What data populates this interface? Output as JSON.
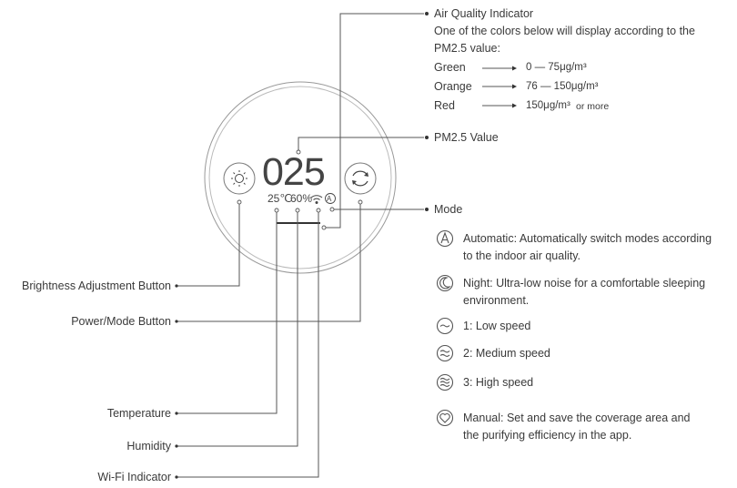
{
  "display": {
    "pm_value": "025",
    "temperature": "25℃",
    "humidity": "60%",
    "mode_glyph": "A"
  },
  "air_quality": {
    "title": "Air Quality Indicator",
    "desc_line1": "One of the colors below will display according to the",
    "desc_line2": "PM2.5 value:",
    "levels": [
      {
        "color": "Green",
        "range": "0 — 75μg/m³"
      },
      {
        "color": "Orange",
        "range": "76 — 150μg/m³"
      },
      {
        "color": "Red",
        "range": "150μg/m³",
        "suffix": "or more"
      }
    ]
  },
  "labels": {
    "pm25_value": "PM2.5 Value",
    "mode": "Mode",
    "brightness": "Brightness Adjustment Button",
    "power_mode": "Power/Mode Button",
    "temperature": "Temperature",
    "humidity": "Humidity",
    "wifi": "Wi-Fi Indicator"
  },
  "modes": [
    {
      "icon": "automatic-mode-icon",
      "line1": "Automatic: Automatically switch modes according",
      "line2": "to the indoor air quality."
    },
    {
      "icon": "night-mode-icon",
      "line1": "Night: Ultra-low noise for a comfortable sleeping",
      "line2": "environment."
    },
    {
      "icon": "low-speed-icon",
      "line1": "1: Low speed",
      "line2": ""
    },
    {
      "icon": "medium-speed-icon",
      "line1": "2: Medium speed",
      "line2": ""
    },
    {
      "icon": "high-speed-icon",
      "line1": "3: High speed",
      "line2": ""
    },
    {
      "icon": "manual-mode-icon",
      "line1": "Manual: Set and save the coverage area and",
      "line2": "the purifying efficiency in the app."
    }
  ]
}
